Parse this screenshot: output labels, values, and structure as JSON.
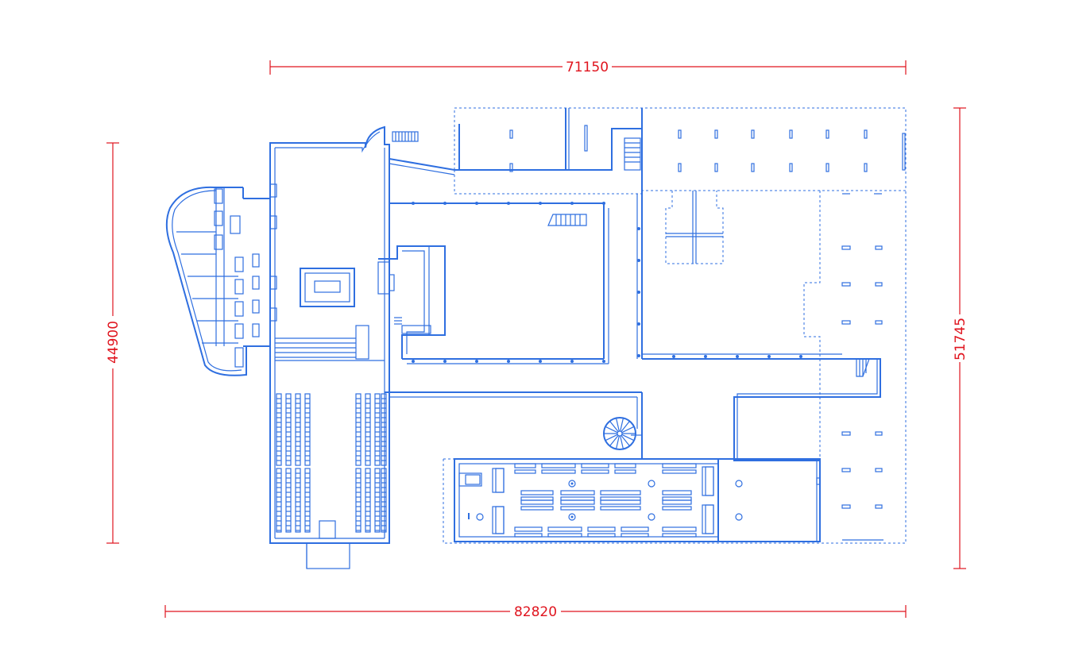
{
  "dimensions": {
    "top": "71150",
    "bottom": "82820",
    "left": "44900",
    "right": "51745"
  },
  "colors": {
    "plan_lines": "#2f6fe0",
    "dimension_lines": "#e0141e",
    "background": "#ffffff"
  }
}
